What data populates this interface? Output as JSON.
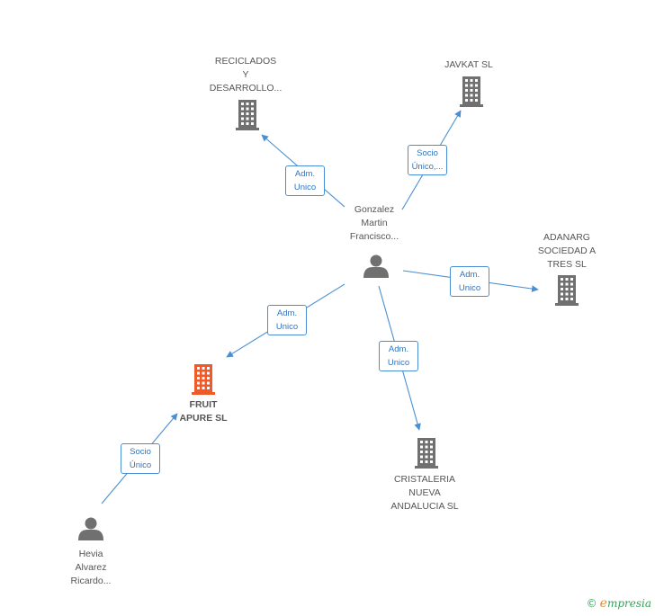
{
  "colors": {
    "company": "#707070",
    "focus_company": "#f05a28",
    "person": "#707070",
    "edge": "#4a8fd4"
  },
  "nodes": [
    {
      "id": "reciclados",
      "kind": "company",
      "label": "RECICLADOS\nY\nDESARROLLO..."
    },
    {
      "id": "javkat",
      "kind": "company",
      "label": "JAVKAT SL"
    },
    {
      "id": "gonzalez",
      "kind": "person",
      "label": "Gonzalez\nMartin\nFrancisco..."
    },
    {
      "id": "adanarg",
      "kind": "company",
      "label": "ADANARG\nSOCIEDAD A\nTRES SL"
    },
    {
      "id": "fruit",
      "kind": "focus_company",
      "label": "FRUIT\nAPURE SL"
    },
    {
      "id": "cristaleria",
      "kind": "company",
      "label": "CRISTALERIA\nNUEVA\nANDALUCIA  SL"
    },
    {
      "id": "hevia",
      "kind": "person",
      "label": "Hevia\nAlvarez\nRicardo..."
    }
  ],
  "edges": [
    {
      "from": "gonzalez",
      "to": "reciclados",
      "label": "Adm.\nUnico"
    },
    {
      "from": "gonzalez",
      "to": "javkat",
      "label": "Socio\nÚnico,..."
    },
    {
      "from": "gonzalez",
      "to": "adanarg",
      "label": "Adm.\nUnico"
    },
    {
      "from": "gonzalez",
      "to": "fruit",
      "label": "Adm.\nUnico"
    },
    {
      "from": "gonzalez",
      "to": "cristaleria",
      "label": "Adm.\nUnico"
    },
    {
      "from": "hevia",
      "to": "fruit",
      "label": "Socio\nÚnico"
    }
  ],
  "footer": {
    "copyright": "©",
    "brand_initial": "e",
    "brand_rest": "mpresia"
  }
}
